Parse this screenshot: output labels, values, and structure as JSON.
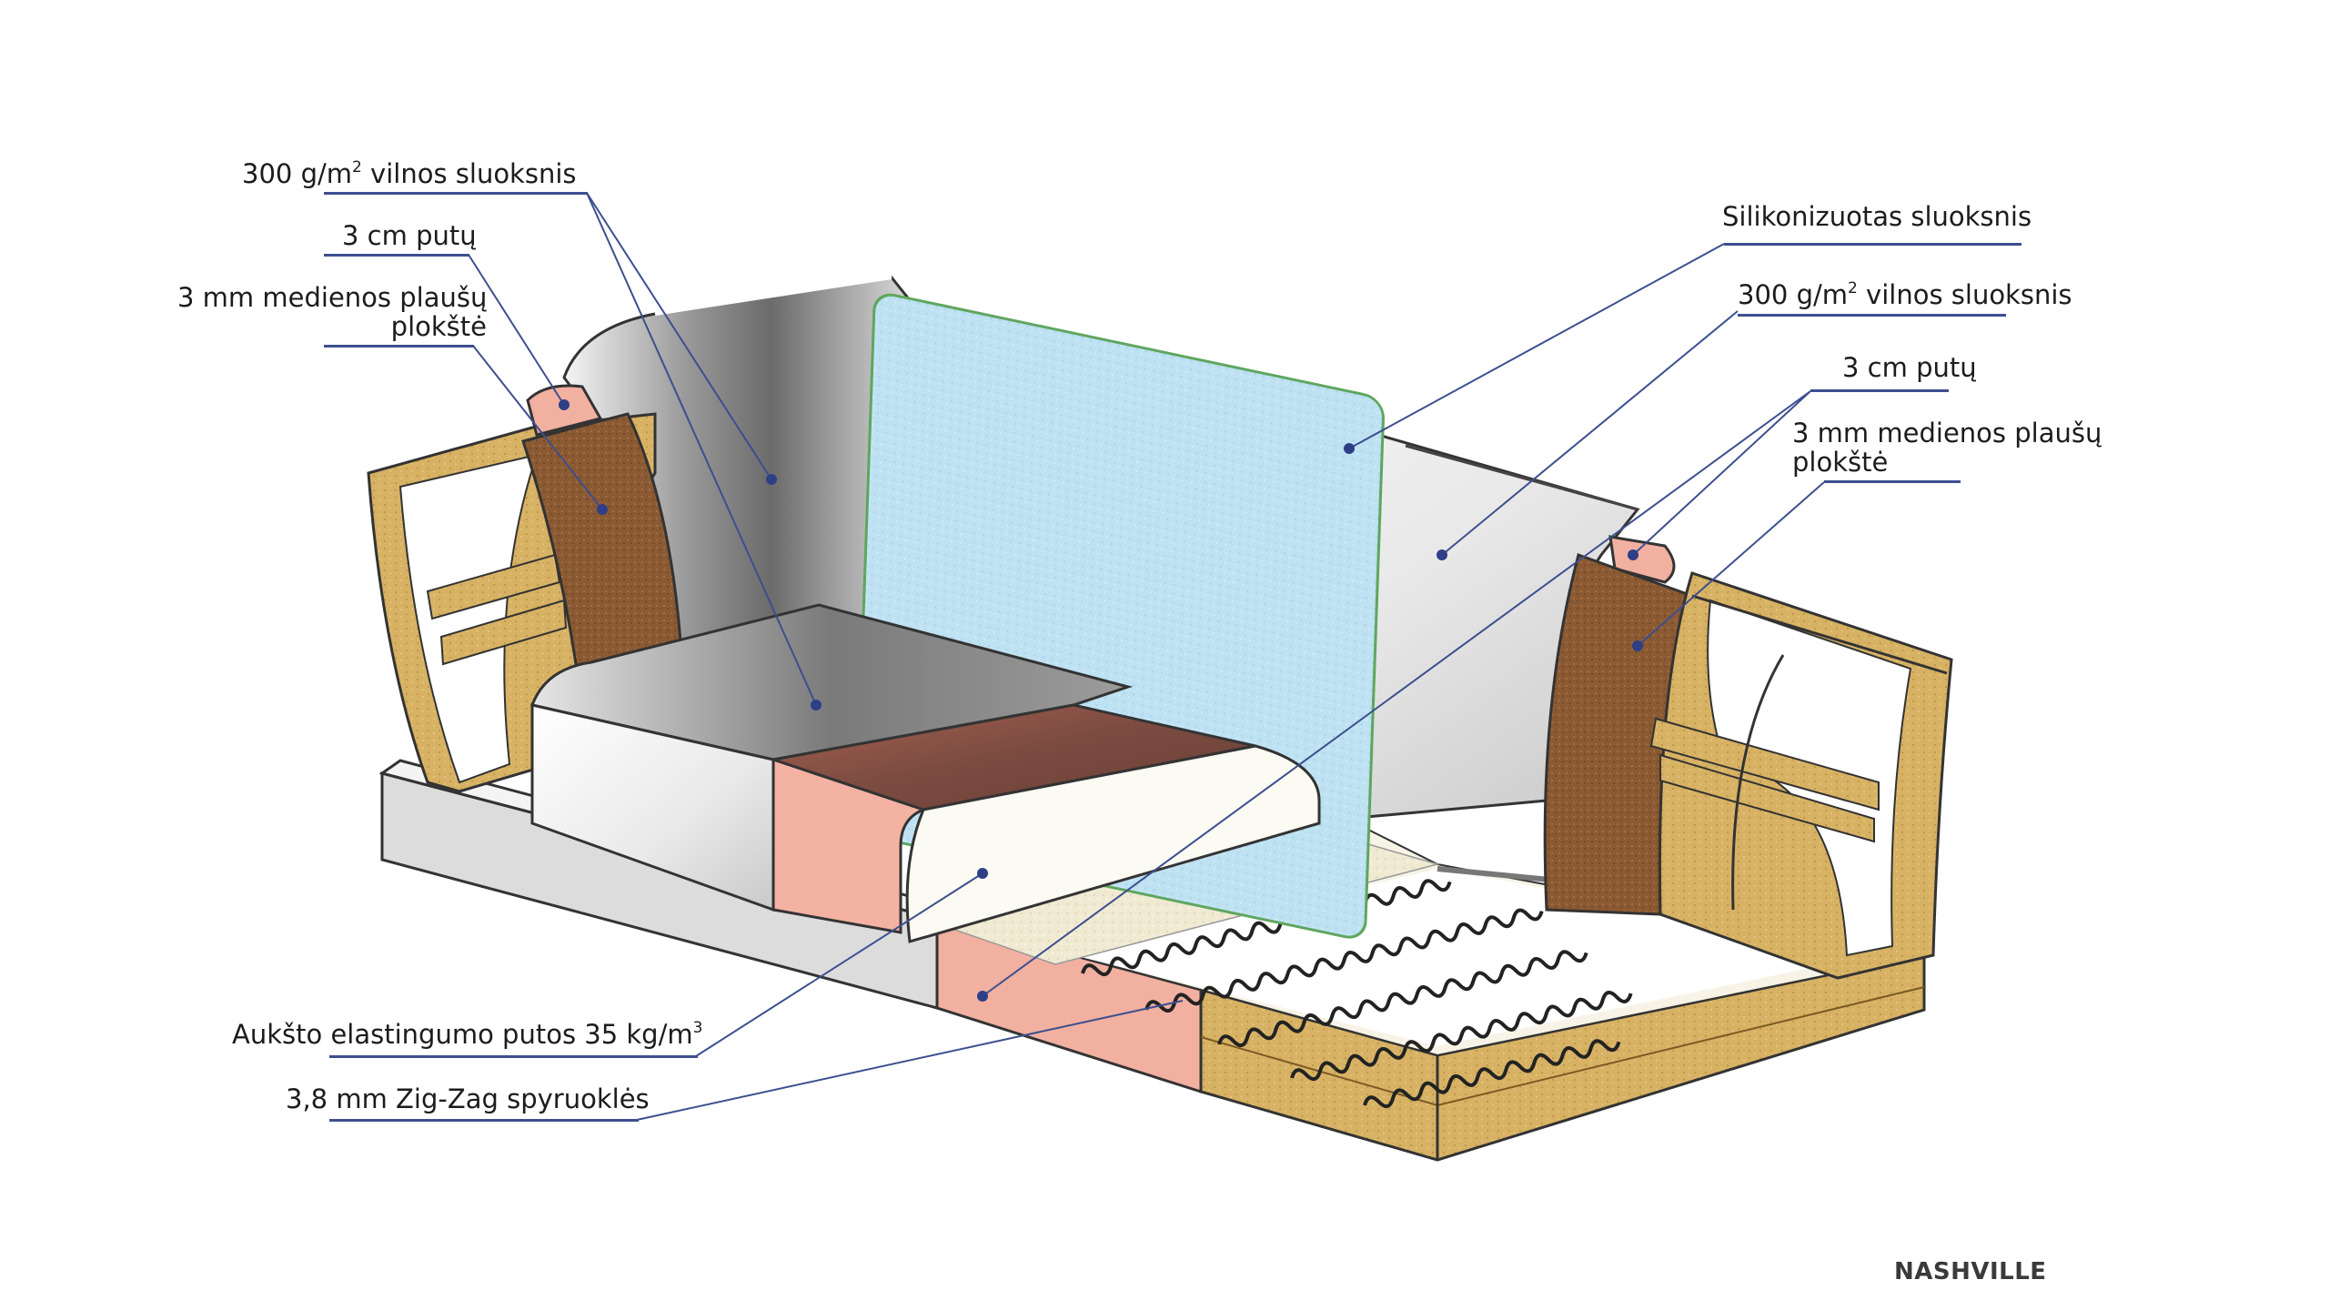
{
  "labels": {
    "left_wool": {
      "pre": "300 g/m",
      "sup": "2",
      "post": " vilnos sluoksnis"
    },
    "left_foam": "3 cm putų",
    "left_board_1": "3 mm medienos plaušų",
    "left_board_2": "plokštė",
    "right_silicone": "Silikonizuotas sluoksnis",
    "right_wool": {
      "pre": "300 g/m",
      "sup": "2",
      "post": " vilnos sluoksnis"
    },
    "right_foam": "3 cm putų",
    "right_board_1": "3 mm medienos plaušų",
    "right_board_2": "plokštė",
    "hr_foam": {
      "pre": "Aukšto elastingumo putos 35 kg/m",
      "sup": "3"
    },
    "springs": "3,8 mm Zig-Zag spyruoklės"
  },
  "brand": "NASHVILLE",
  "colors": {
    "leader_line": "#3d4f8f",
    "leader_dot": "#2e3f86",
    "wood": "#d9b66a",
    "fiberboard": "#8a5a35",
    "foam_pink": "#f3b3a3",
    "silicone_blue": "#bde3f3",
    "wool": "#f1ead5"
  }
}
